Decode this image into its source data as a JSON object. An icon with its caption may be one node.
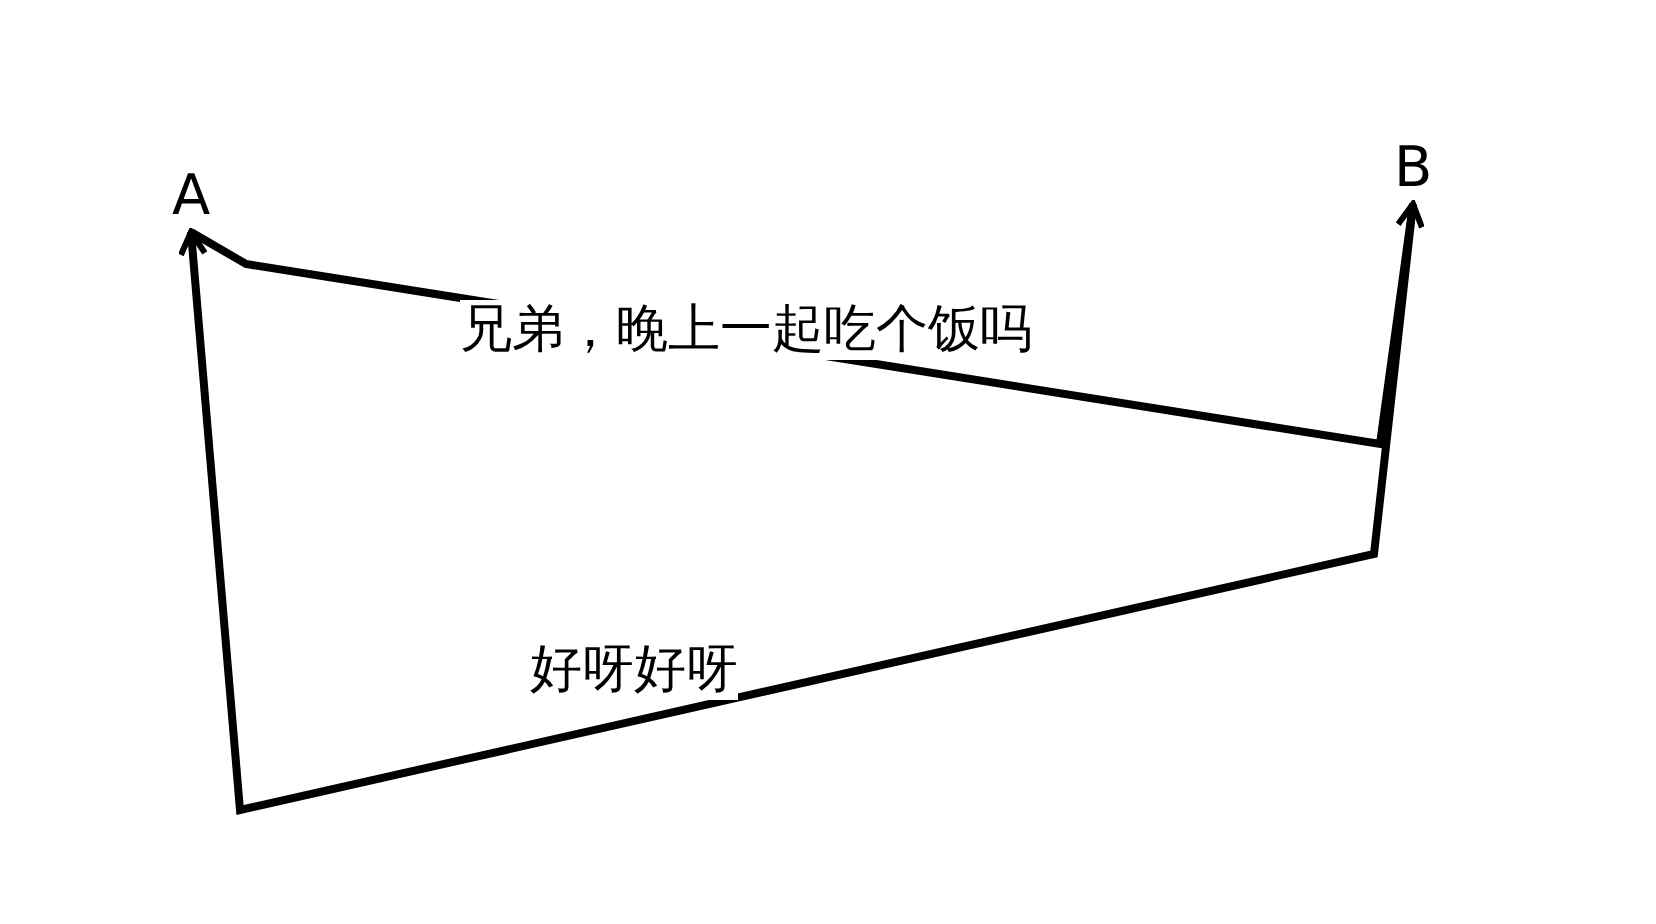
{
  "diagram": {
    "nodes": [
      {
        "text": [
          "A"
        ]
      },
      {
        "text": [
          "B"
        ]
      }
    ],
    "edges": [
      {
        "from": 0,
        "to": 1,
        "arrow": "to",
        "label": "兄弟，晚上一起吃个饭吗"
      },
      {
        "from": 1,
        "to": 0,
        "arrow": "to",
        "label": "好呀好呀"
      }
    ]
  }
}
